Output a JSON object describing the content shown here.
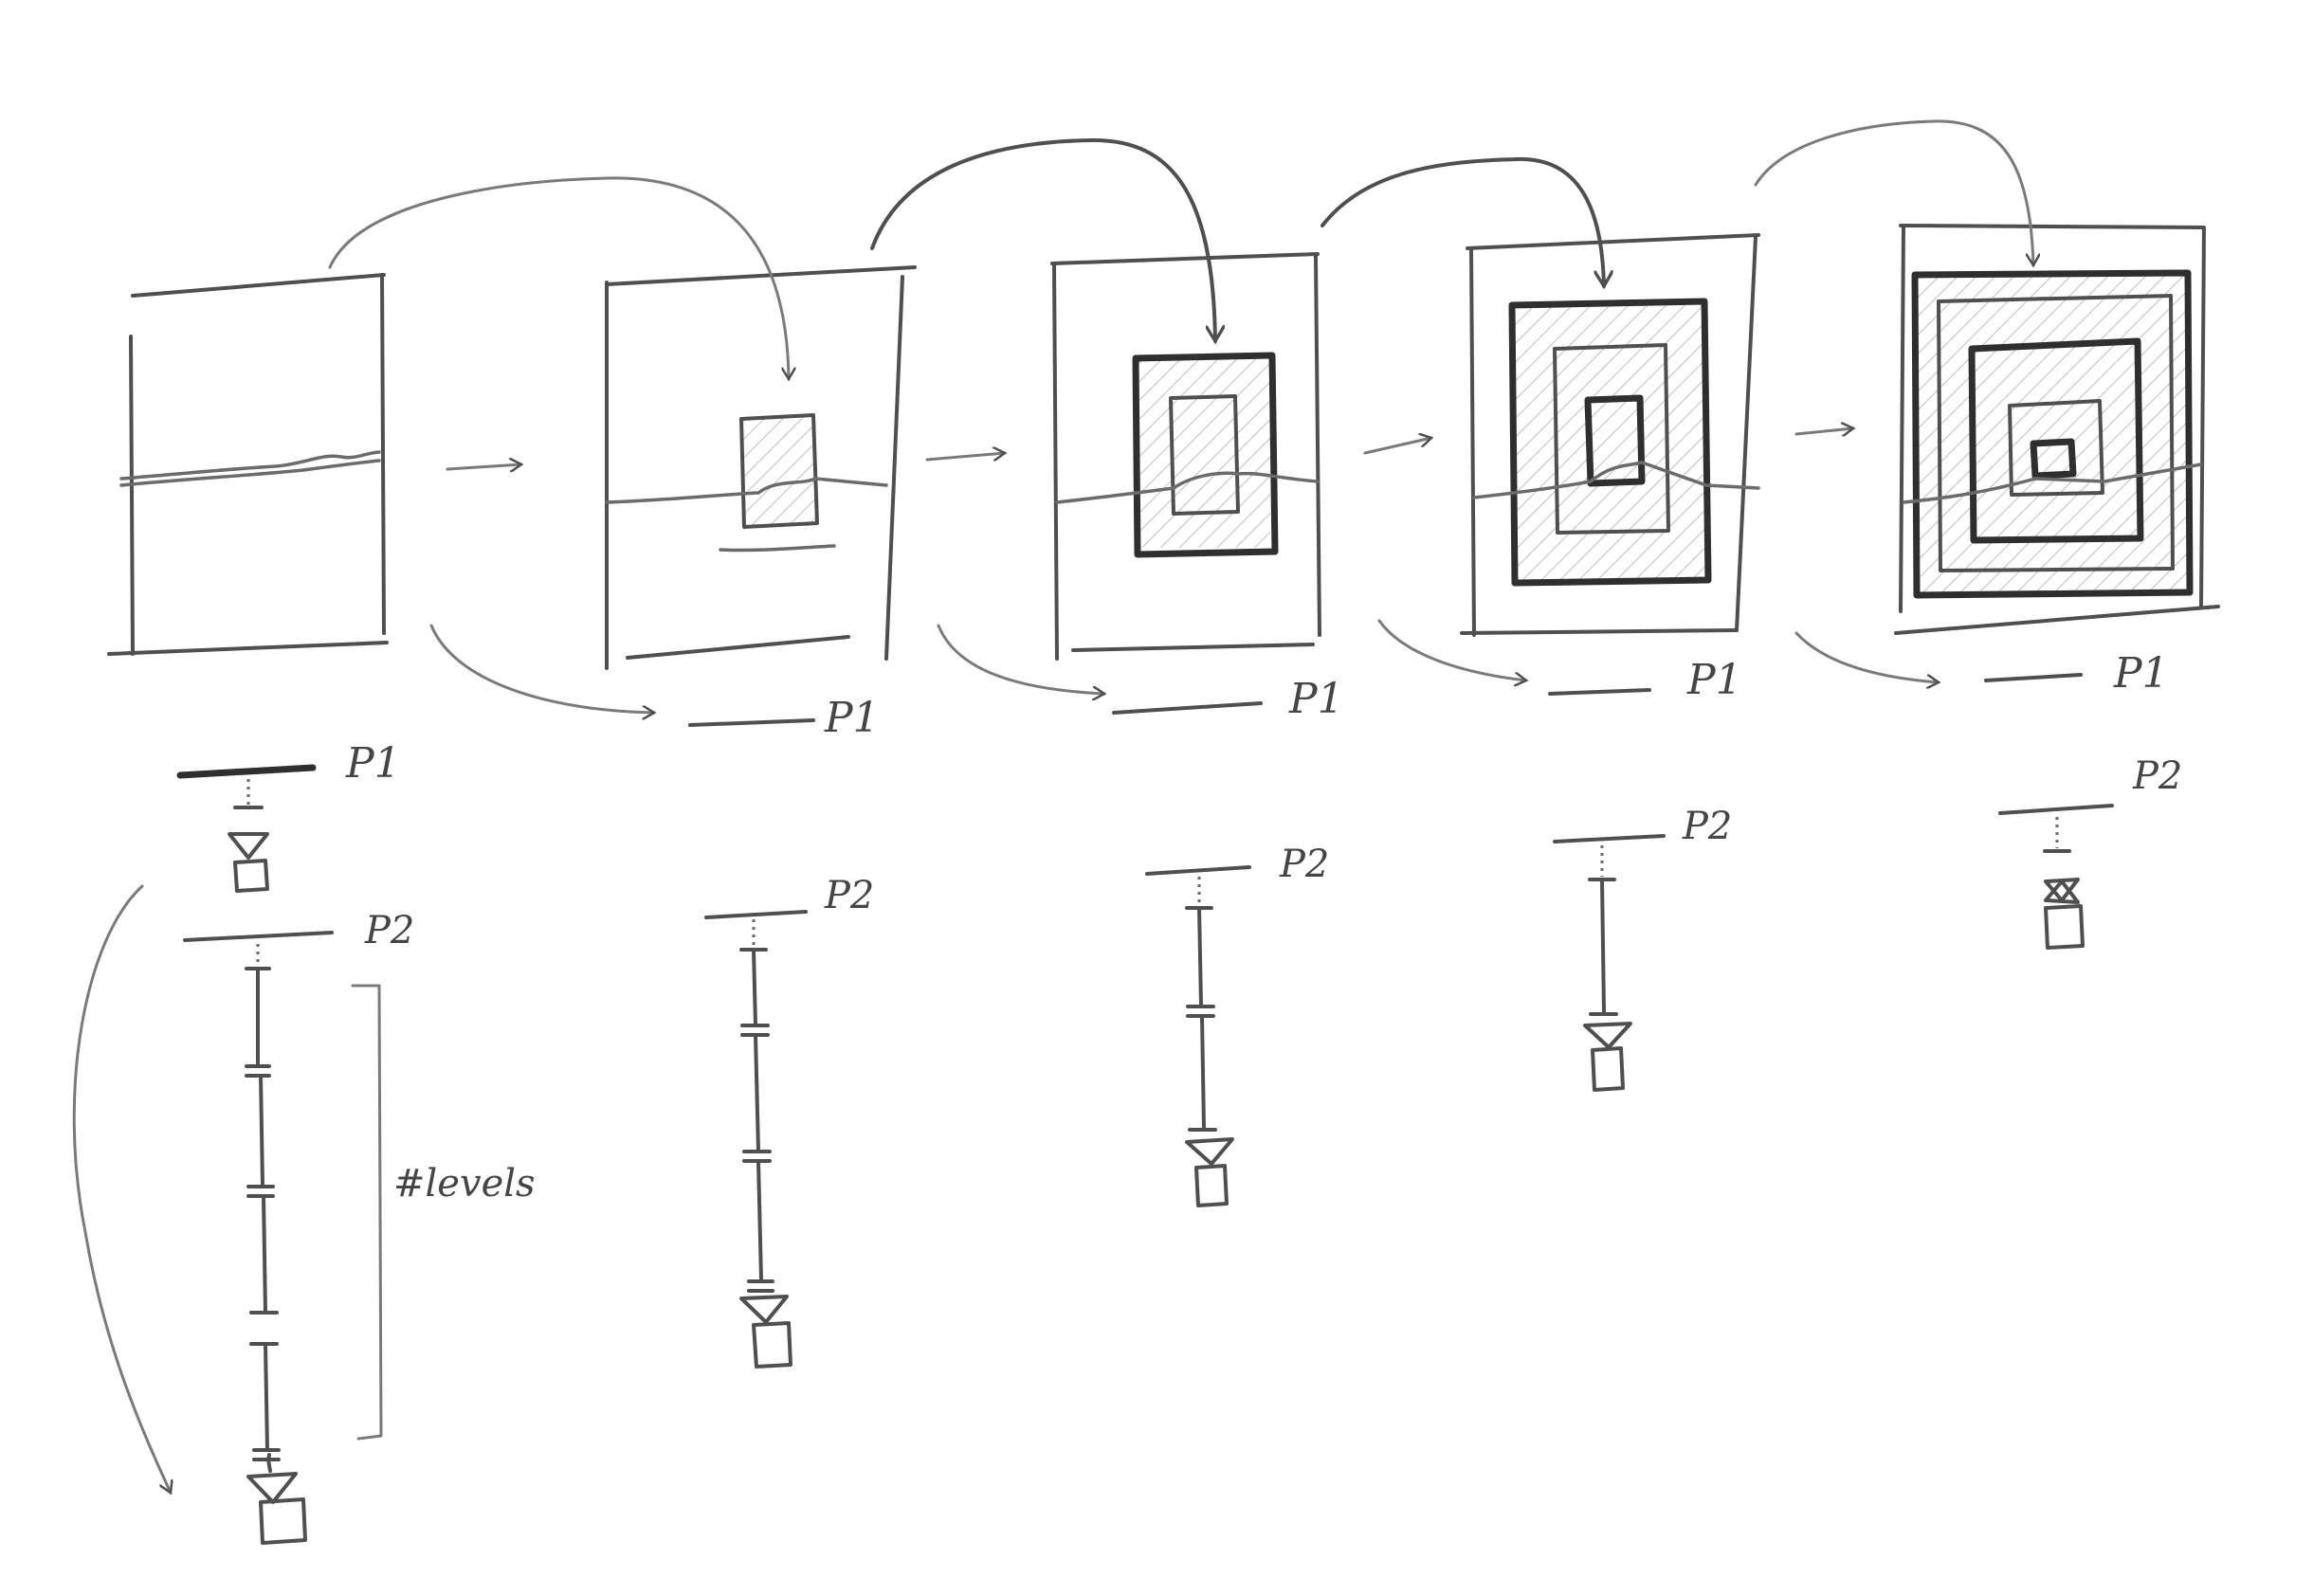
{
  "labels": {
    "p1": "P1",
    "p2": "P2",
    "levels": "#levels"
  }
}
